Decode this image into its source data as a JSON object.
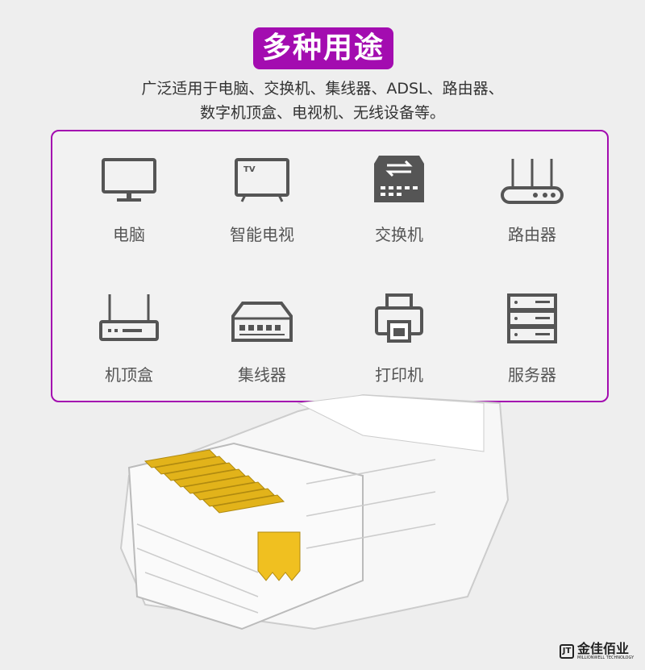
{
  "title": "多种用途",
  "description": [
    "广泛适用于电脑、交换机、集线器、ADSL、路由器、",
    "数字机顶盒、电视机、无线设备等。"
  ],
  "devices": [
    {
      "label": "电脑",
      "icon": "monitor-icon"
    },
    {
      "label": "智能电视",
      "icon": "tv-icon"
    },
    {
      "label": "交换机",
      "icon": "switch-icon"
    },
    {
      "label": "路由器",
      "icon": "router-icon"
    },
    {
      "label": "机顶盒",
      "icon": "set-top-box-icon"
    },
    {
      "label": "集线器",
      "icon": "hub-icon"
    },
    {
      "label": "打印机",
      "icon": "printer-icon"
    },
    {
      "label": "服务器",
      "icon": "server-icon"
    }
  ],
  "tv_text": "TV",
  "brand": {
    "name": "金佳佰业",
    "subtitle": "MILLIONWELL TECHNOLOGY",
    "mark": "JT"
  },
  "colors": {
    "accent": "#a30cb0",
    "background": "#eeeeee",
    "icon": "#555555"
  }
}
